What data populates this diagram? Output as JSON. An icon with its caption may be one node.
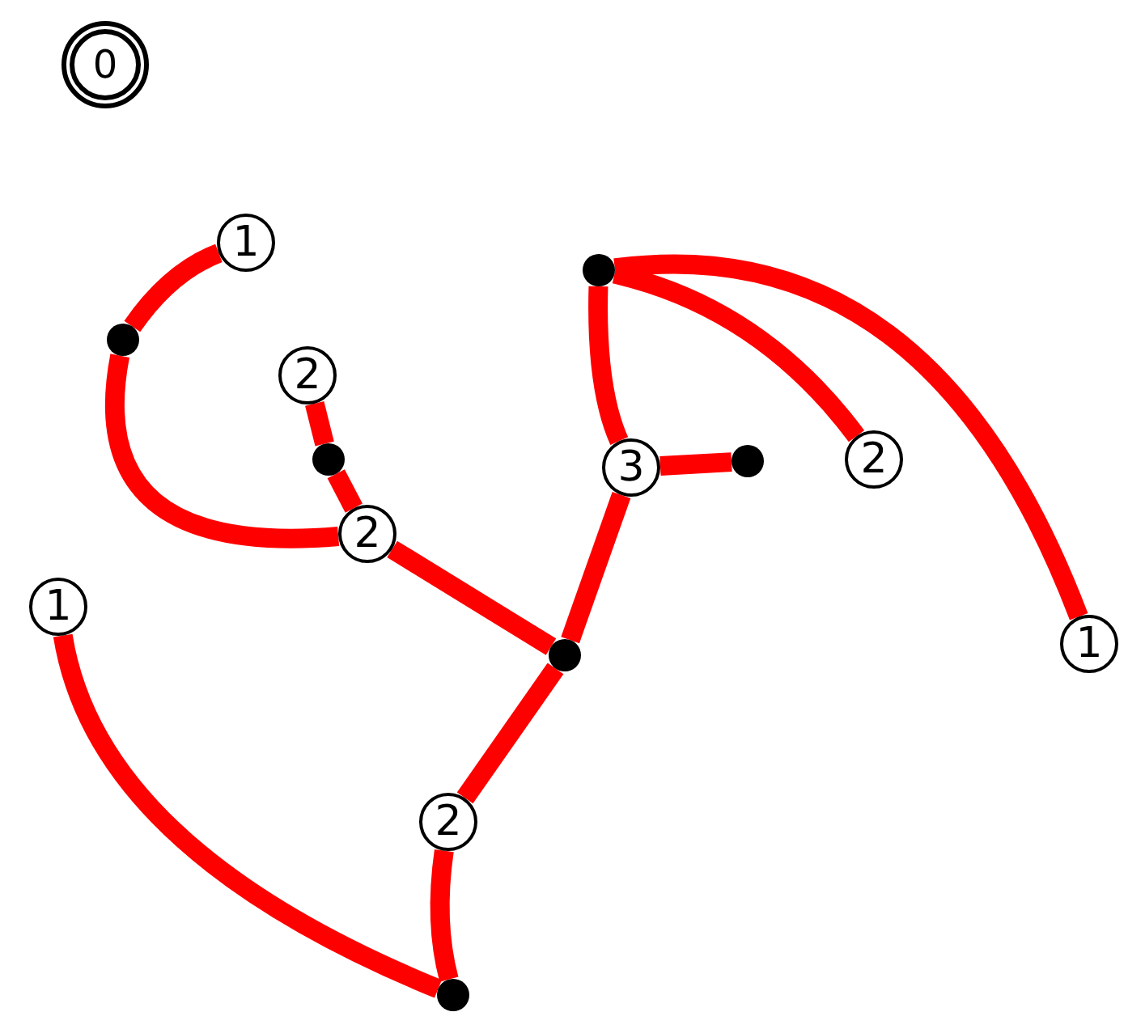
{
  "diagram": {
    "nodes": [
      {
        "text": [
          "0"
        ]
      },
      {
        "text": [
          "1"
        ]
      },
      {
        "text": [],
        "shape": "circle"
      },
      {
        "text": [
          "2"
        ]
      },
      {
        "text": [],
        "shape": "circle"
      },
      {
        "text": [
          "2"
        ]
      },
      {
        "text": [],
        "shape": "circle"
      },
      {
        "text": [
          "3"
        ]
      },
      {
        "text": [],
        "shape": "circle"
      },
      {
        "text": [
          "2"
        ]
      },
      {
        "text": [
          "1"
        ]
      },
      {
        "text": [],
        "shape": "circle"
      },
      {
        "text": [
          "1"
        ]
      },
      {
        "text": [
          "2"
        ]
      },
      {
        "text": [],
        "shape": "circle"
      }
    ],
    "edges": [
      {
        "from": 1,
        "to": 2,
        "arrow": "none"
      },
      {
        "from": 2,
        "to": 5,
        "arrow": "none"
      },
      {
        "from": 3,
        "to": 4,
        "arrow": "none"
      },
      {
        "from": 4,
        "to": 5,
        "arrow": "none"
      },
      {
        "from": 5,
        "to": 11,
        "arrow": "none"
      },
      {
        "from": 11,
        "to": 7,
        "arrow": "none"
      },
      {
        "from": 7,
        "to": 8,
        "arrow": "none"
      },
      {
        "from": 7,
        "to": 6,
        "arrow": "none"
      },
      {
        "from": 6,
        "to": 9,
        "arrow": "none"
      },
      {
        "from": 6,
        "to": 12,
        "arrow": "none"
      },
      {
        "from": 11,
        "to": 13,
        "arrow": "none"
      },
      {
        "from": 13,
        "to": 14,
        "arrow": "none"
      },
      {
        "from": 10,
        "to": 14,
        "arrow": "none"
      }
    ]
  }
}
